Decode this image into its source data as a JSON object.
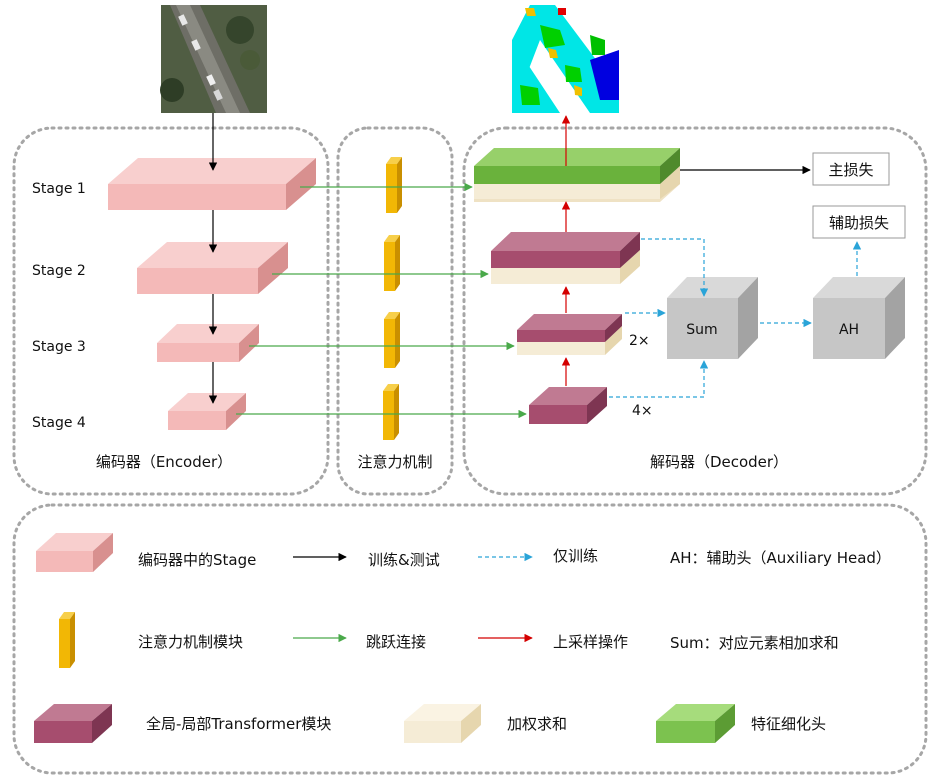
{
  "encoder": {
    "stages": [
      "Stage 1",
      "Stage 2",
      "Stage 3",
      "Stage 4"
    ],
    "title": "编码器（Encoder）"
  },
  "attention": {
    "title": "注意力机制"
  },
  "decoder": {
    "title": "解码器（Decoder）",
    "sum_label": "Sum",
    "ah_label": "AH",
    "scale_2x": "2×",
    "scale_4x": "4×",
    "main_loss": "主损失",
    "aux_loss": "辅助损失"
  },
  "legend": {
    "encoder_stage": "编码器中的Stage",
    "train_test": "训练&测试",
    "train_only": "仅训练",
    "ah_def": "AH：辅助头（Auxiliary Head）",
    "attention_module": "注意力机制模块",
    "skip_connection": "跳跃连接",
    "upsample": "上采样操作",
    "sum_def": "Sum：对应元素相加求和",
    "transformer_module": "全局-局部Transformer模块",
    "weighted_sum": "加权求和",
    "feature_head": "特征细化头"
  },
  "colors": {
    "encoder_pink": "#f4b9b8",
    "attention_yellow": "#f2b705",
    "transformer_mauve": "#b05a78",
    "weighted_cream": "#f5ecd6",
    "feature_green": "#7cc24f",
    "arrow_black": "#000000",
    "arrow_green": "#4aa94a",
    "arrow_red": "#d40000",
    "arrow_blue": "#2aa4d8",
    "sum_gray": "#c6c6c6"
  }
}
